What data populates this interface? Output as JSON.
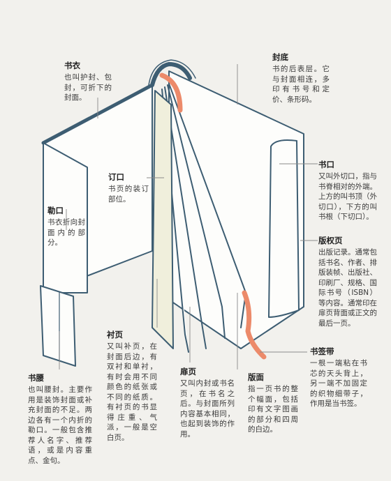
{
  "colors": {
    "background": "#f2f1ed",
    "book_outline": "#3d5d72",
    "page_fill": "#fdfdfb",
    "endpaper_fill": "#f0efdc",
    "bookmark": "#ec8a6a",
    "leader_line": "#8a8a8a"
  },
  "labels": {
    "shuyi": {
      "title": "书衣",
      "desc": "也叫护封、包封，可折下的封面。"
    },
    "fengdi": {
      "title": "封底",
      "desc": "书的后表层。它与封面相连，多印有书号和定价、条形码。"
    },
    "dingkou": {
      "title": "订口",
      "desc": "书页的装订部位。"
    },
    "shukou": {
      "title": "书口",
      "desc": "又叫外切口，指与书脊相对的外端。上方的叫书顶（外切口），下方的叫书根（下切口）。"
    },
    "lekou": {
      "title": "勒口",
      "desc": "书衣折向封面内的部分。"
    },
    "banquanye": {
      "title": "版权页",
      "desc": "出版记录。通常包括书名、作者、排版装帧、出版社、印刷厂、规格、国际书号（ISBN）等内容。通常印在扉页背面或正文的最后一页。"
    },
    "chenye": {
      "title": "衬页",
      "desc": "又叫补页，在封面后边，有双衬和单衬，有时会用不同颜色的纸张或不同的纸质。有衬页的书显得庄重、气派，一般是空白页。"
    },
    "shuqiandai": {
      "title": "书签带",
      "desc": "一根一端粘在书芯的天头背上，另一端不加固定的织物细带子，作用是当书签。"
    },
    "feiye": {
      "title": "扉页",
      "desc": "又叫内封或书名页，在书名之后。与封面所列内容基本相同，也起到装饰的作用。"
    },
    "banmian": {
      "title": "版面",
      "desc": "指一页书的整个幅面，包括印有文字图画的部分和四周的白边。"
    },
    "shuyao": {
      "title": "书腰",
      "desc": "也叫腰封。主要作用是装饰封面或补充封面的不足。两边各有一个内折的勒口。一般包含推荐人名字、推荐语，或是内容重点、金句。"
    }
  }
}
